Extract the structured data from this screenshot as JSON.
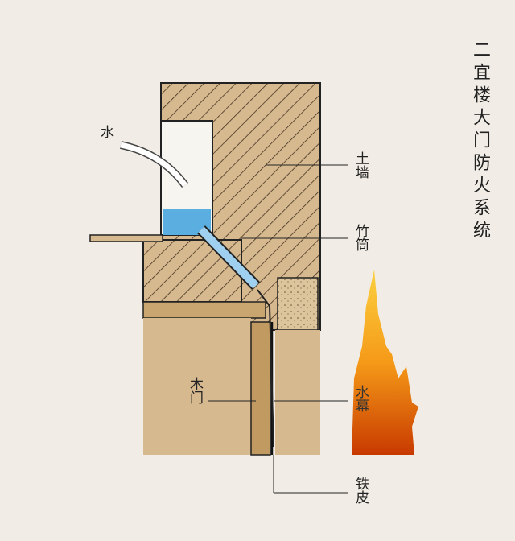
{
  "title": "二宜楼大门防火系统",
  "labels": {
    "water": "水",
    "earth_wall": "土墙",
    "bamboo_tube": "竹筒",
    "wooden_door": "木门",
    "water_curtain": "水幕",
    "iron_sheet": "铁皮"
  },
  "colors": {
    "wall": "#d6b98f",
    "water": "#5aaee0",
    "fire": "#f08a10",
    "background": "#f1ede6"
  }
}
